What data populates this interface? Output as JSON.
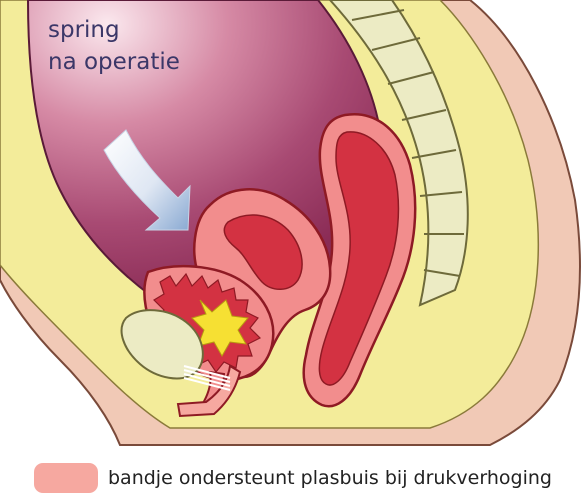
{
  "title": {
    "line1": "spring",
    "line2": "na operatie"
  },
  "legend": {
    "label": "bandje ondersteunt plasbuis bij drukverhoging"
  },
  "colors": {
    "skin": "#f1c9b6",
    "fat": "#f3ec9a",
    "cavity": "#9c3a62",
    "organ_fill": "#f28d8d",
    "organ_dark": "#d33242",
    "spine": "#ecebc4",
    "bladder_lumen": "#f6e033",
    "arrow": "#ffffff",
    "text": "#3b3768",
    "legend_swatch": "#f6a8a0"
  },
  "icons": {
    "pressure_arrow": "down-right-arrow-icon"
  }
}
